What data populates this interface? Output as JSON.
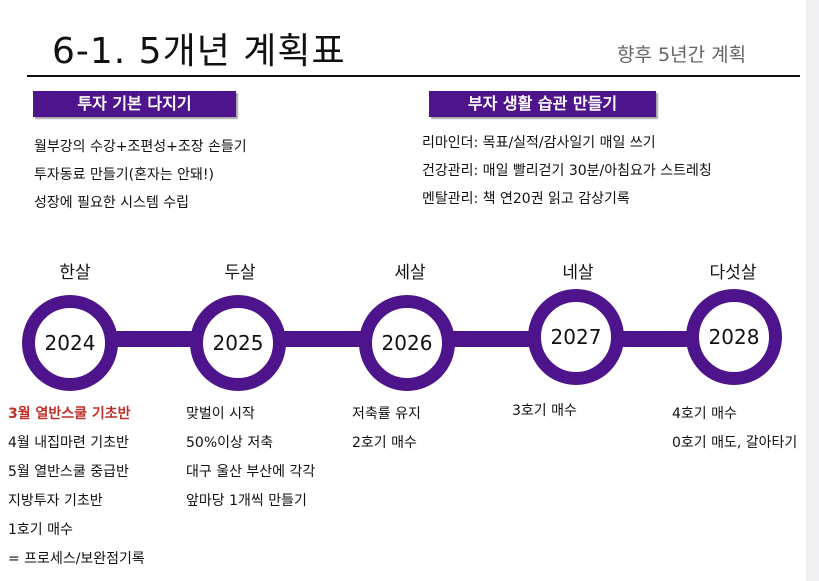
{
  "header": {
    "title": "6-1. 5개년 계획표",
    "subtitle": "향후 5년간 계획"
  },
  "sections": {
    "left": {
      "heading": "투자 기본 다지기",
      "items": [
        "월부강의 수강+조편성+조장 손들기",
        "투자동료 만들기(혼자는 안돼!)",
        "성장에 필요한 시스템 수립"
      ]
    },
    "right": {
      "heading": "부자 생활 습관 만들기",
      "items": [
        "리마인더: 목표/실적/감사일기 매일 쓰기",
        "건강관리: 매일 빨리걷기 30분/아침요가 스트레칭",
        "멘탈관리: 책 연20권 읽고 감상기록"
      ]
    }
  },
  "timeline": [
    {
      "age": "한살",
      "year": "2024",
      "items": [
        "3월 열반스쿨 기초반",
        "4월 내집마련 기초반",
        "5월 열반스쿨 중급반",
        "지방투자 기초반",
        "1호기 매수",
        "= 프로세스/보완점기록"
      ]
    },
    {
      "age": "두살",
      "year": "2025",
      "items": [
        "맞벌이 시작",
        "50%이상 저축",
        "대구 울산 부산에 각각",
        "앞마당 1개씩 만들기"
      ]
    },
    {
      "age": "세살",
      "year": "2026",
      "items": [
        "저축률 유지",
        "2호기 매수"
      ]
    },
    {
      "age": "네살",
      "year": "2027",
      "items": [
        "3호기 매수"
      ]
    },
    {
      "age": "다섯살",
      "year": "2028",
      "items": [
        "4호기 매수",
        "0호기 매도, 갈아타기"
      ]
    }
  ],
  "colors": {
    "accent": "#4e148c",
    "highlight": "#c0302a"
  }
}
